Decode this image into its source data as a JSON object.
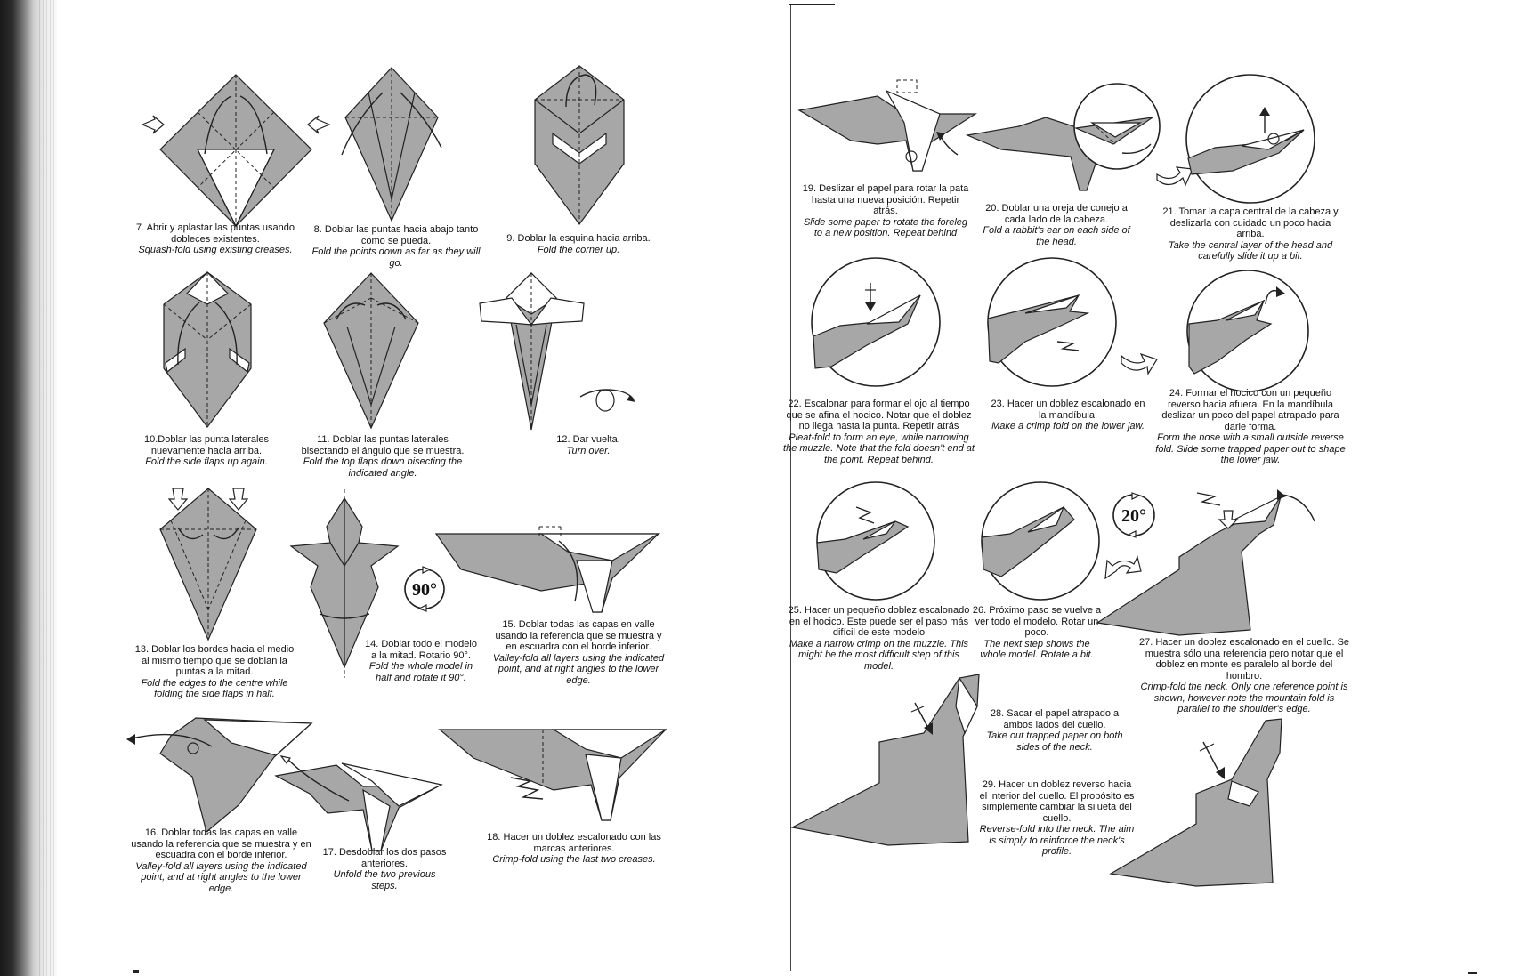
{
  "left_page": {
    "steps": [
      {
        "num": "7.",
        "es": "Abrir y aplastar las puntas usando dobleces existentes.",
        "en": "Squash-fold using existing creases."
      },
      {
        "num": "8.",
        "es": "Doblar las puntas hacia abajo tanto como se pueda.",
        "en": "Fold the points down as far as they will go."
      },
      {
        "num": "9.",
        "es": "Doblar la esquina hacia arriba.",
        "en": "Fold the corner up."
      },
      {
        "num": "10.",
        "es": "Doblar las punta laterales nuevamente hacia arriba.",
        "en": "Fold the side flaps up again."
      },
      {
        "num": "11.",
        "es": "Doblar las puntas laterales bisectando el ángulo que se muestra.",
        "en": "Fold the top flaps down bisecting the indicated angle."
      },
      {
        "num": "12.",
        "es": "Dar vuelta.",
        "en": "Turn over."
      },
      {
        "num": "13.",
        "es": "Doblar los bordes hacia el medio al mismo tiempo que se doblan la puntas a la mitad.",
        "en": "Fold the edges to the centre while folding the side flaps in half."
      },
      {
        "num": "14.",
        "es": "Doblar todo el modelo a la mitad. Rotario 90°.",
        "en": "Fold the whole model in half and rotate it 90°."
      },
      {
        "num": "15.",
        "es": "Doblar todas las capas en valle usando la referencia que se muestra y en escuadra con el borde inferior.",
        "en": "Valley-fold all layers using the indicated point, and at right angles to the lower edge."
      },
      {
        "num": "16.",
        "es": "Doblar todas las capas en valle usando la referencia que se muestra y en escuadra con el borde inferior.",
        "en": "Valley-fold all layers using the indicated point, and at right angles to the lower edge."
      },
      {
        "num": "17.",
        "es": "Desdoblar los dos pasos anteriores.",
        "en": "Unfold the two previous steps."
      },
      {
        "num": "18.",
        "es": "Hacer un doblez escalonado con las marcas anteriores.",
        "en": "Crimp-fold using the last two creases."
      }
    ],
    "badge_14": "90°"
  },
  "right_page": {
    "steps": [
      {
        "num": "19.",
        "es": "Deslizar el papel para rotar la pata hasta una nueva posición. Repetir atrás.",
        "en": "Slide some paper to rotate the foreleg to a new position. Repeat behind"
      },
      {
        "num": "20.",
        "es": "Doblar una oreja de conejo a cada lado de la cabeza.",
        "en": "Fold a rabbit's ear on each side of the head."
      },
      {
        "num": "21.",
        "es": "Tomar la capa central de la cabeza y deslizarla con cuidado un poco hacia arriba.",
        "en": "Take the central layer of the head and carefully slide it up a bit."
      },
      {
        "num": "22.",
        "es": "Escalonar para formar el ojo al tiempo que se afina el hocico. Notar que el doblez no llega hasta la punta. Repetir atrás",
        "en": "Pleat-fold to form an eye, while narrowing the muzzle. Note that the fold doesn't end at the point. Repeat behind."
      },
      {
        "num": "23.",
        "es": "Hacer un doblez escalonado en la mandíbula.",
        "en": "Make a crimp fold on the lower jaw."
      },
      {
        "num": "24.",
        "es": "Formar el hocico con un pequeño reverso hacia afuera. En la mandíbula deslizar un poco del papel atrapado para darle forma.",
        "en": "Form the nose with a small outside reverse fold. Slide some trapped paper out to shape the lower jaw."
      },
      {
        "num": "25.",
        "es": "Hacer un pequeño doblez escalonado en el hocico. Este puede ser el paso más difícil de este modelo",
        "en": "Make a narrow crimp on the muzzle. This might be the most difficult step of this model."
      },
      {
        "num": "26.",
        "es": "Próximo paso se vuelve a ver todo el modelo. Rotar un poco.",
        "en": "The next step shows the whole model. Rotate a bit."
      },
      {
        "num": "27.",
        "es": "Hacer un doblez escalonado en el cuello. Se muestra sólo una referencia pero notar que el doblez en monte es paralelo al borde del hombro.",
        "en": "Crimp-fold the neck. Only one reference point is shown, however note the mountain fold is parallel to the shoulder's edge."
      },
      {
        "num": "28.",
        "es": "Sacar el papel atrapado a ambos lados del cuello.",
        "en": "Take out trapped paper on both sides of the neck."
      },
      {
        "num": "29.",
        "es": "Hacer un doblez reverso hacia el interior del cuello. El propósito es simplemente cambiar la silueta del cuello.",
        "en": "Reverse-fold into the neck. The aim is simply to reinforce the neck's profile."
      }
    ],
    "badge_26": "20°"
  },
  "icons": [
    "squash-arrow-icon",
    "turn-over-icon",
    "rotate-icon",
    "hollow-arrow-icon",
    "crimp-zigzag-icon"
  ],
  "colors": {
    "paper": "#a7a7a7",
    "ink": "#222222",
    "background": "#ffffff"
  }
}
